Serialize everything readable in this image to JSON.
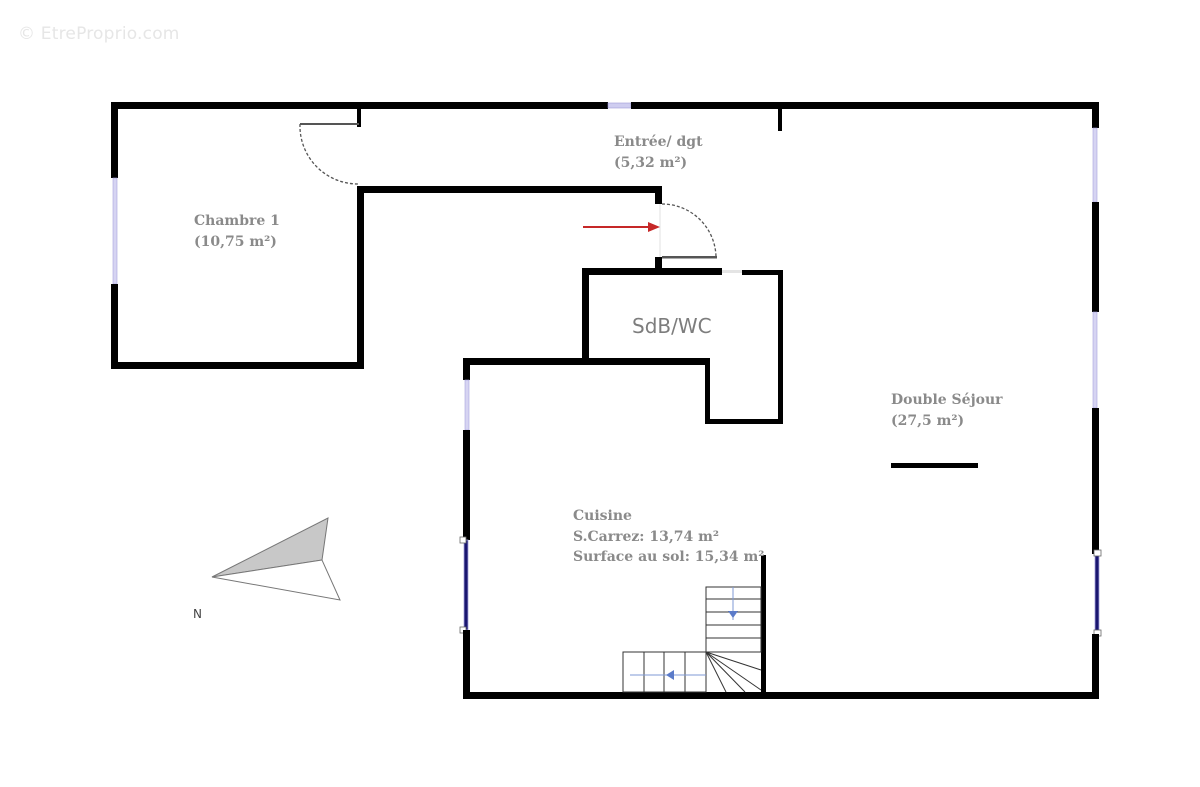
{
  "watermark": "© EtreProprio.com",
  "rooms": {
    "chambre": {
      "name": "Chambre 1",
      "area": "(10,75 m²)"
    },
    "entree": {
      "name": "Entrée/ dgt",
      "area": "(5,32 m²)"
    },
    "sdb": {
      "name": "SdB/WC"
    },
    "sejour": {
      "name": "Double Séjour",
      "area": "(27,5 m²)"
    },
    "cuisine": {
      "name": "Cuisine",
      "carrez": "S.Carrez: 13,74 m²",
      "sol": "Surface au sol: 15,34 m²"
    }
  },
  "compass": {
    "label": "N"
  },
  "colors": {
    "wall": "#000000",
    "window": "#b9b6e6",
    "window_dark": "#1a1670",
    "arrow": "#c62828",
    "stair_arrow": "#5b7bc9",
    "compass_fill": "#c8c8c8",
    "text": "#8a8a8a"
  }
}
